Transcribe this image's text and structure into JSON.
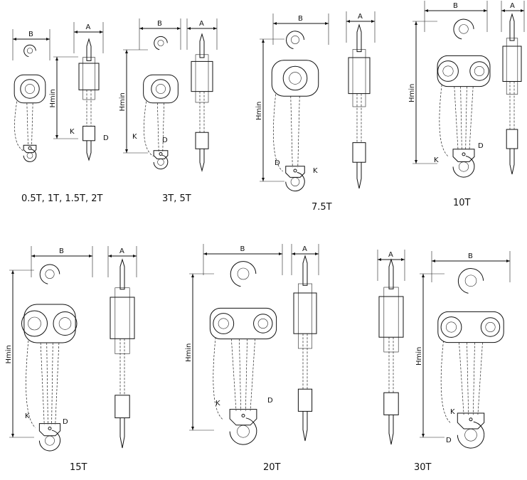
{
  "captions": [
    "0.5T, 1T, 1.5T, 2T",
    "3T, 5T",
    "7.5T",
    "10T",
    "15T",
    "20T",
    "30T"
  ],
  "dimension_labels": {
    "width": "B",
    "depth": "A",
    "height": "Hmin",
    "hook_opening": "K",
    "hook_diameter": "D"
  }
}
